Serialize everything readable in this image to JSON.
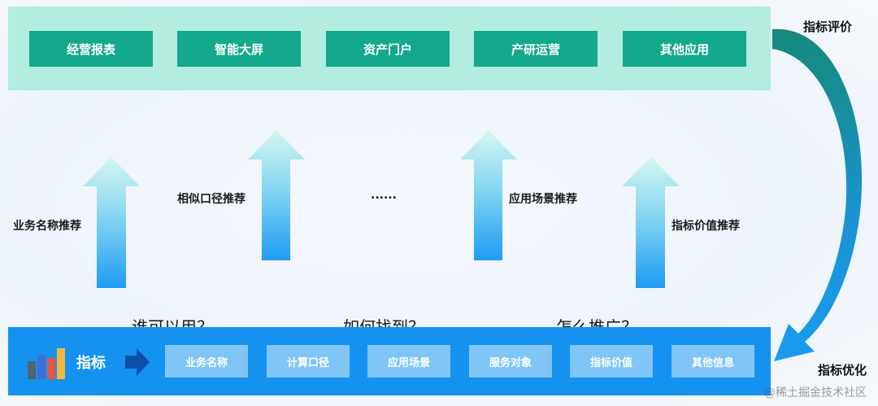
{
  "evaluation_label": "指标评价",
  "optimization_label": "指标优化",
  "applications": [
    "经营报表",
    "智能大屏",
    "资产门户",
    "产研运营",
    "其他应用"
  ],
  "recommendations": {
    "r1": "业务名称推荐",
    "r2": "相似口径推荐",
    "ellipsis": "......",
    "r3": "应用场景推荐",
    "r4": "指标价值推荐"
  },
  "questions": [
    "谁可以用？",
    "如何找到？",
    "怎么推广？"
  ],
  "metric": {
    "title": "指标",
    "attributes": [
      "业务名称",
      "计算口径",
      "应用场景",
      "服务对象",
      "指标价值",
      "其他信息"
    ]
  },
  "watermark": "@稀土掘金技术社区",
  "colors": {
    "top_band": "#b3ede0",
    "app_button": "#14a88d",
    "bottom_band": "#1592f0",
    "attr_box": "#7fc6f7",
    "arrow_top": "#c9f4ec",
    "arrow_bottom": "#1e9cf2",
    "curve_start": "#15897a",
    "curve_end": "#1a9bf0"
  },
  "icons": [
    "bar-chart-icon",
    "right-arrow-icon",
    "up-arrow-icon",
    "curved-arrow-icon"
  ]
}
